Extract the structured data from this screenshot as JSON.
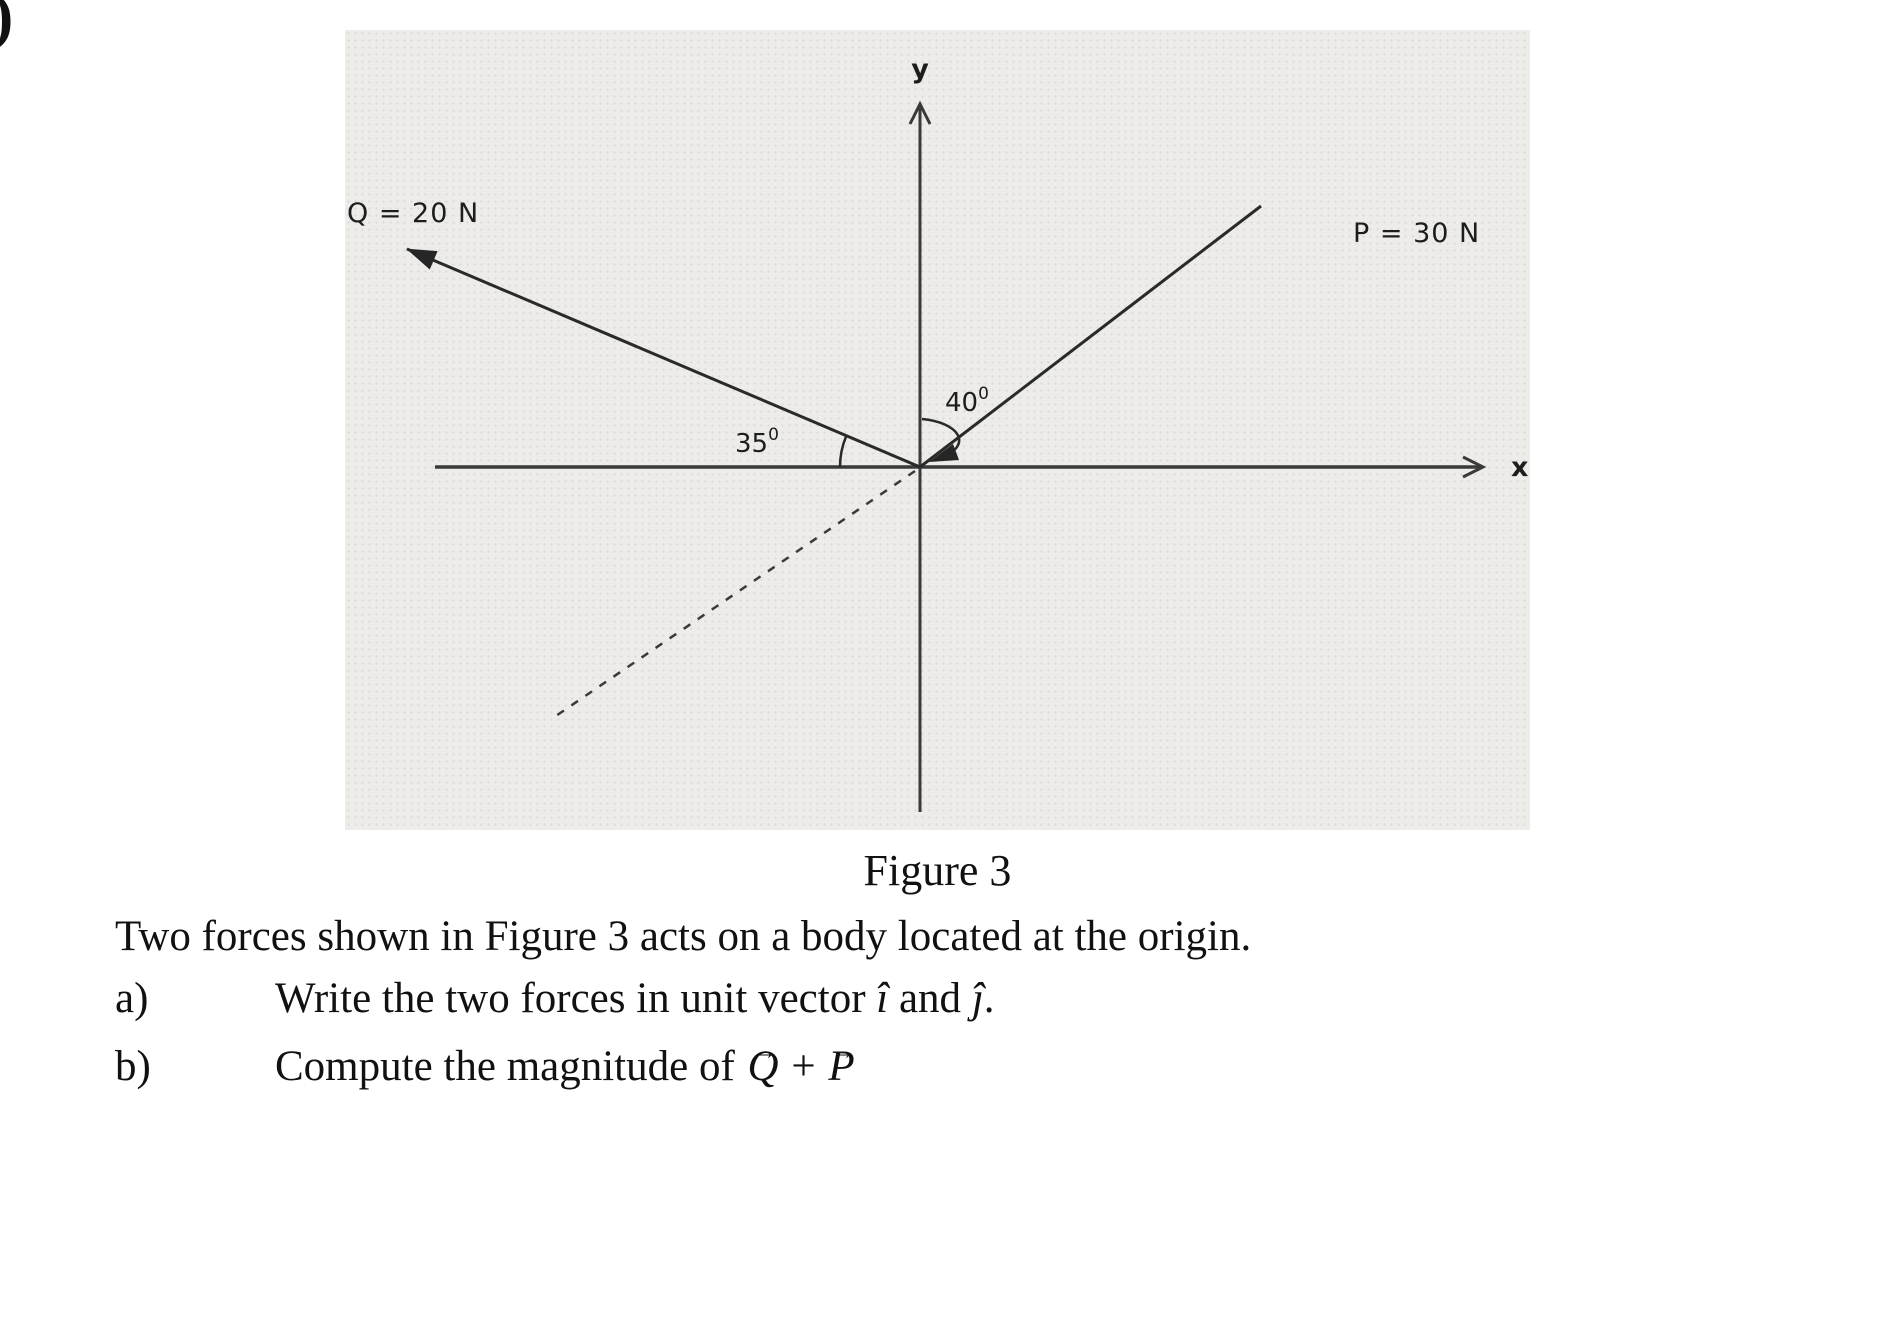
{
  "corner": {
    "text": ")"
  },
  "figure": {
    "labels": {
      "q": "Q = 20 N",
      "p": "P = 30 N",
      "x_axis": "x",
      "y_axis": "y"
    },
    "angles": {
      "q": {
        "value": "35",
        "sup": "0"
      },
      "p": {
        "value": "40",
        "sup": "0"
      }
    }
  },
  "caption": "Figure 3",
  "problem": {
    "intro": "Two forces shown in Figure 3 acts on a body located at the origin.",
    "a": {
      "label": "a)",
      "before": "Write the two forces in unit vector",
      "i_hat": "î",
      "mid": "and",
      "j_hat": "ĵ",
      "after": "."
    },
    "b": {
      "label": "b)",
      "prefix": "Compute the magnitude of",
      "q": "Q",
      "plus": "+",
      "p": "P",
      "arrow": "→"
    }
  },
  "diagram_data": {
    "type": "force-diagram",
    "origin": "body located at origin of x-y axes",
    "vectors": [
      {
        "name": "Q",
        "magnitude": "20 N",
        "direction": "second quadrant, 35° above the negative x-axis, arrow at outer tip"
      },
      {
        "name": "P",
        "magnitude": "30 N",
        "direction": "first quadrant, 40° from the positive y-axis toward +x, curved angle arrow near origin"
      }
    ],
    "dashed_line": "backward extension of P through the origin into the third quadrant"
  }
}
